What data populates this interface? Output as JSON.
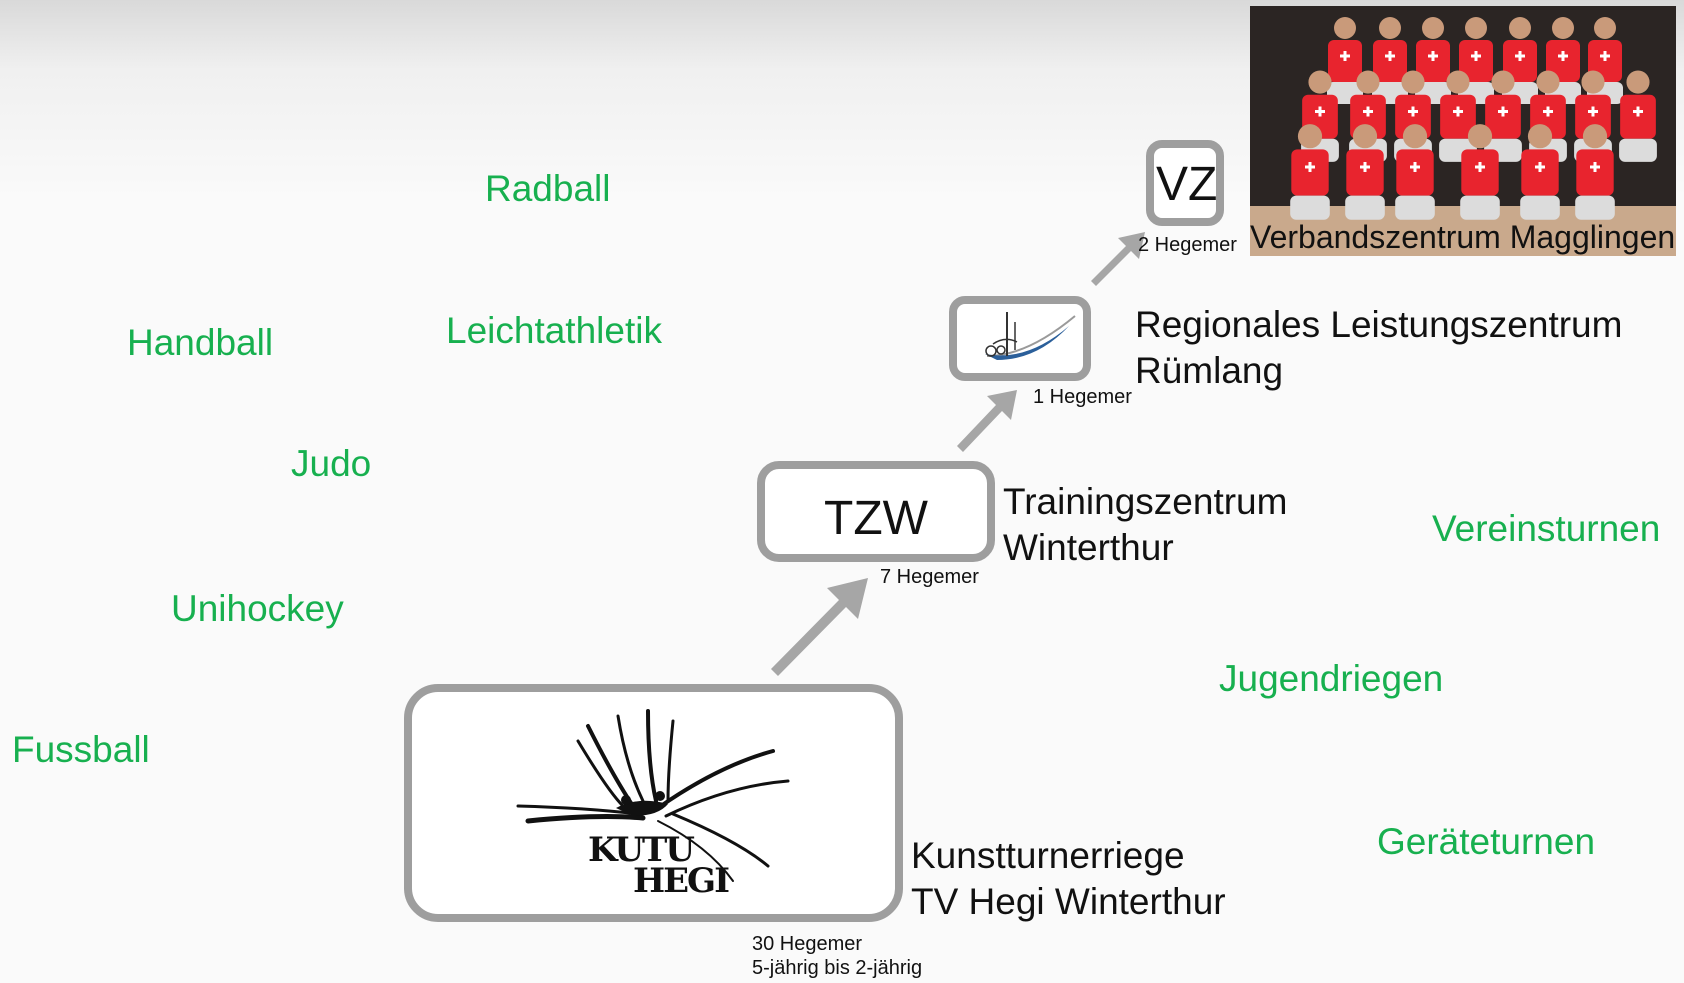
{
  "sports": {
    "radball": "Radball",
    "handball": "Handball",
    "leichtathletik": "Leichtathletik",
    "judo": "Judo",
    "unihockey": "Unihockey",
    "fussball": "Fussball",
    "vereinsturnen": "Vereinsturnen",
    "jugendriegen": "Jugendriegen",
    "geraeteturnen": "Geräteturnen"
  },
  "levels": {
    "vz": {
      "abbr": "VZ",
      "count": "2 Hegemer",
      "name": "Verbandszentrum Magglingen"
    },
    "rlz": {
      "count": "1 Hegemer",
      "name_line1": "Regionales Leistungszentrum",
      "name_line2": "Rümlang"
    },
    "tzw": {
      "abbr": "TZW",
      "count": "7 Hegemer",
      "name_line1": "Trainingszentrum",
      "name_line2": "Winterthur"
    },
    "kutu": {
      "logo_line1": "KUTU",
      "logo_line2": "HEGI",
      "count_line1": "30 Hegemer",
      "count_line2": "5-jährig bis 2-jährig",
      "name_line1": "Kunstturnerriege",
      "name_line2": "TV Hegi Winterthur"
    }
  },
  "colors": {
    "sport_text": "#17b04f",
    "box_border": "#9e9e9e",
    "arrow": "#a6a6a6",
    "jersey_red": "#e8242e"
  }
}
